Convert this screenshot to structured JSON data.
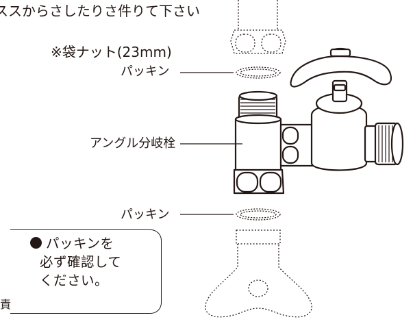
{
  "labels": {
    "nut": "※袋ナット(23mm)",
    "packing_top": "パッキン",
    "valve": "アングル分岐栓",
    "packing_bottom": "パッキン"
  },
  "note": {
    "line1": "パッキンを",
    "line2": "必ず確認して",
    "line3": "ください。"
  },
  "fragments": {
    "top_text": "ススからさしたりさ件りて下さい",
    "left_glyph": "責"
  }
}
